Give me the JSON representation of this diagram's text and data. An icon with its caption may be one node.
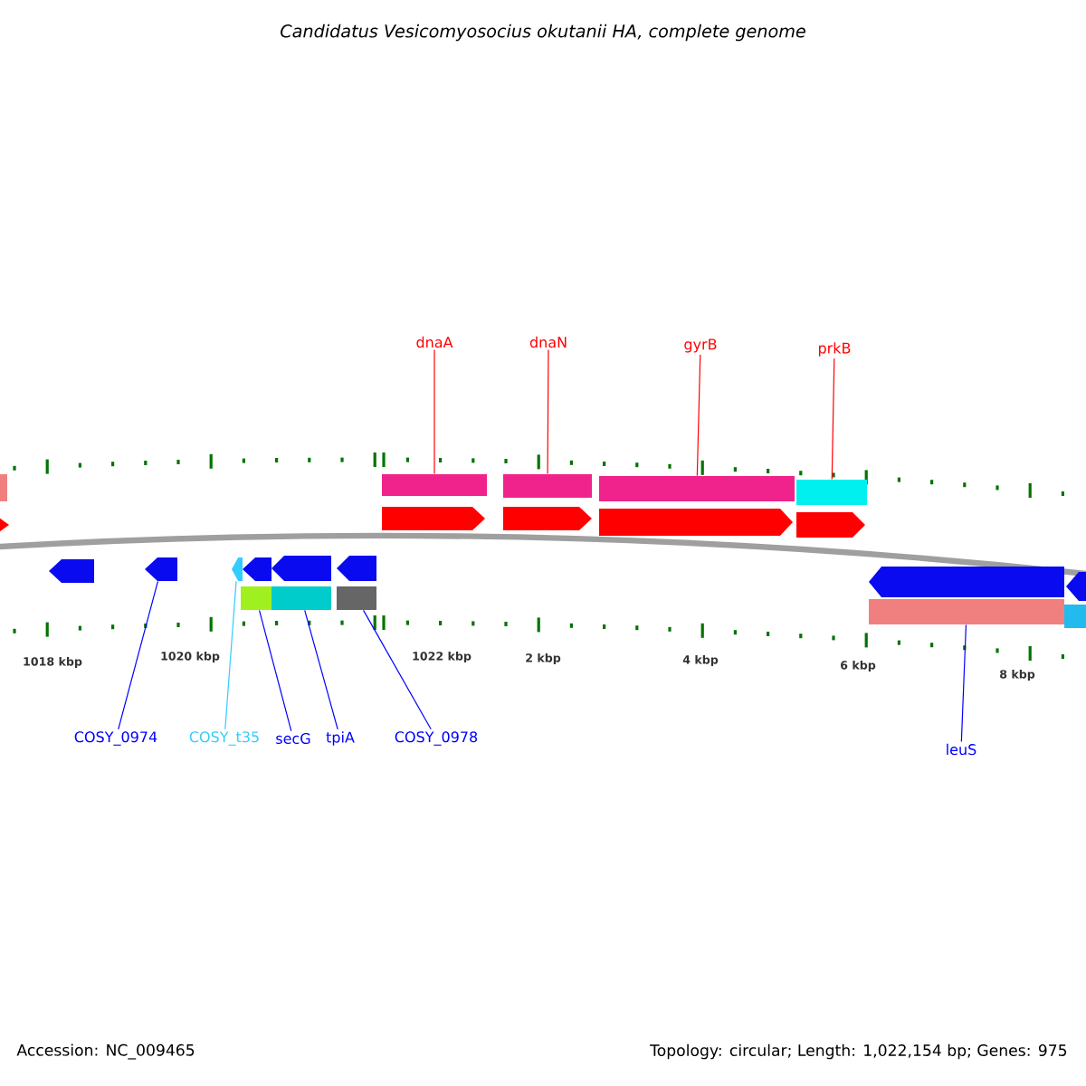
{
  "diagram": {
    "title": "Candidatus Vesicomyosocius okutanii HA, complete genome",
    "nodes": [
      {
        "text": [
          "dnaA"
        ]
      },
      {
        "text": [
          "dnaN"
        ]
      },
      {
        "text": [
          "gyrB"
        ]
      },
      {
        "text": [
          "prkB"
        ]
      },
      {
        "text": [],
        "shape": "bar"
      },
      {
        "text": [],
        "shape": "bar"
      },
      {
        "text": [],
        "shape": "bar"
      },
      {
        "text": [],
        "shape": "bar"
      },
      {
        "text": [],
        "shape": "bar"
      },
      {
        "text": [],
        "shape": "arrow"
      },
      {
        "text": [],
        "shape": "arrow"
      },
      {
        "text": [],
        "shape": "arrow"
      },
      {
        "text": [],
        "shape": "arrow"
      },
      {
        "text": [],
        "shape": "arrow"
      },
      {
        "text": [],
        "shape": "arrow"
      },
      {
        "text": [],
        "shape": "arrow"
      },
      {
        "text": [],
        "shape": "arrow"
      },
      {
        "text": [],
        "shape": "arrow"
      },
      {
        "text": [],
        "shape": "arrow"
      },
      {
        "text": [],
        "shape": "arrow"
      },
      {
        "text": [],
        "shape": "arrow"
      },
      {
        "text": [],
        "shape": "arrow"
      },
      {
        "text": [],
        "shape": "bar"
      },
      {
        "text": [],
        "shape": "bar"
      },
      {
        "text": [],
        "shape": "bar"
      },
      {
        "text": [],
        "shape": "bar"
      },
      {
        "text": [],
        "shape": "bar"
      },
      {
        "text": [
          "COSY_0974"
        ]
      },
      {
        "text": [
          "COSY_t35"
        ]
      },
      {
        "text": [
          "secG"
        ]
      },
      {
        "text": [
          "tpiA"
        ]
      },
      {
        "text": [
          "COSY_0978"
        ]
      },
      {
        "text": [
          "leuS"
        ]
      }
    ],
    "edges": [
      {
        "from": 0,
        "to": 5,
        "arrow": "none",
        "color": "#ff0000"
      },
      {
        "from": 1,
        "to": 6,
        "arrow": "none",
        "color": "#ff0000"
      },
      {
        "from": 2,
        "to": 7,
        "arrow": "none",
        "color": "#ff0000"
      },
      {
        "from": 3,
        "to": 8,
        "arrow": "none",
        "color": "#ff0000"
      },
      {
        "from": 27,
        "to": 15,
        "arrow": "none"
      },
      {
        "from": 28,
        "to": 16,
        "arrow": "none",
        "color": "#33ccff"
      },
      {
        "from": 29,
        "to": 22,
        "arrow": "none"
      },
      {
        "from": 30,
        "to": 23,
        "arrow": "none"
      },
      {
        "from": 31,
        "to": 24,
        "arrow": "none"
      },
      {
        "from": 32,
        "to": 25,
        "arrow": "none"
      }
    ],
    "labels": [
      "1018 kbp",
      "1020 kbp",
      "1022 kbp",
      "2 kbp",
      "4 kbp",
      "6 kbp",
      "8 kbp",
      "Accession: NC_009465",
      "Topology: circular; Length: 1,022,154 bp; Genes: 975"
    ]
  }
}
